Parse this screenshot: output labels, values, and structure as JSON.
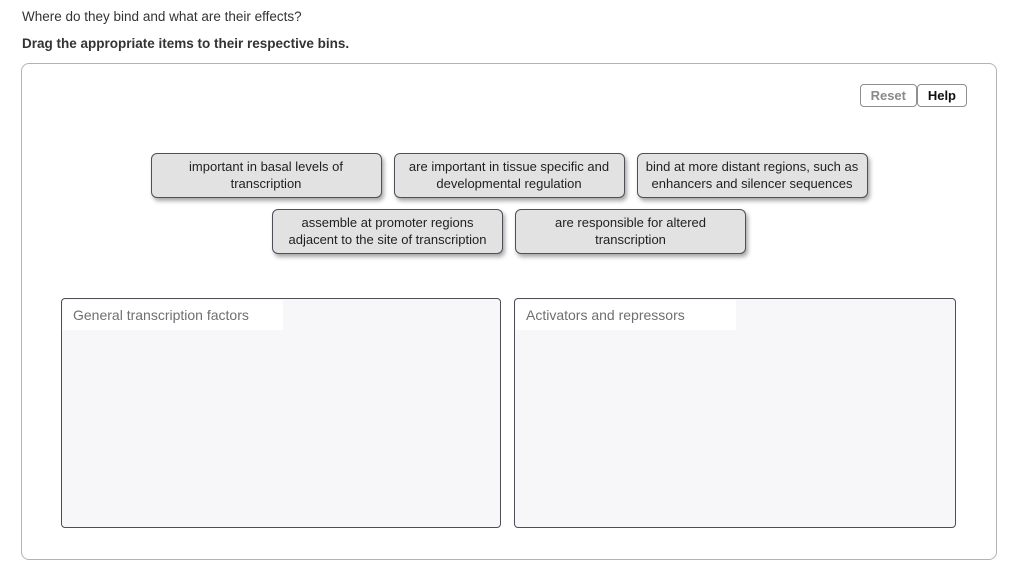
{
  "question": "Where do they bind and what are their effects?",
  "instruction": "Drag the appropriate items to their respective bins.",
  "toolbar": {
    "reset_label": "Reset",
    "help_label": "Help"
  },
  "items": [
    {
      "label": "important in basal levels of transcription"
    },
    {
      "label": "are important in tissue specific and developmental regulation"
    },
    {
      "label": "bind at more distant regions, such as enhancers and silencer sequences"
    },
    {
      "label": "assemble at promoter regions adjacent to the site of transcription"
    },
    {
      "label": "are responsible for altered transcription"
    }
  ],
  "bins": [
    {
      "label": "General transcription factors",
      "items": []
    },
    {
      "label": "Activators and repressors",
      "items": []
    }
  ],
  "colors": {
    "item_fill": "#e2e2e2",
    "item_border": "#4f4f59",
    "bin_fill": "#f7f7f9",
    "bin_border": "#4e4e5a",
    "panel_border": "#b3b3b3",
    "bin_label_text": "#6f6f6f",
    "reset_text": "#8a8a8a",
    "help_text": "#111111"
  }
}
